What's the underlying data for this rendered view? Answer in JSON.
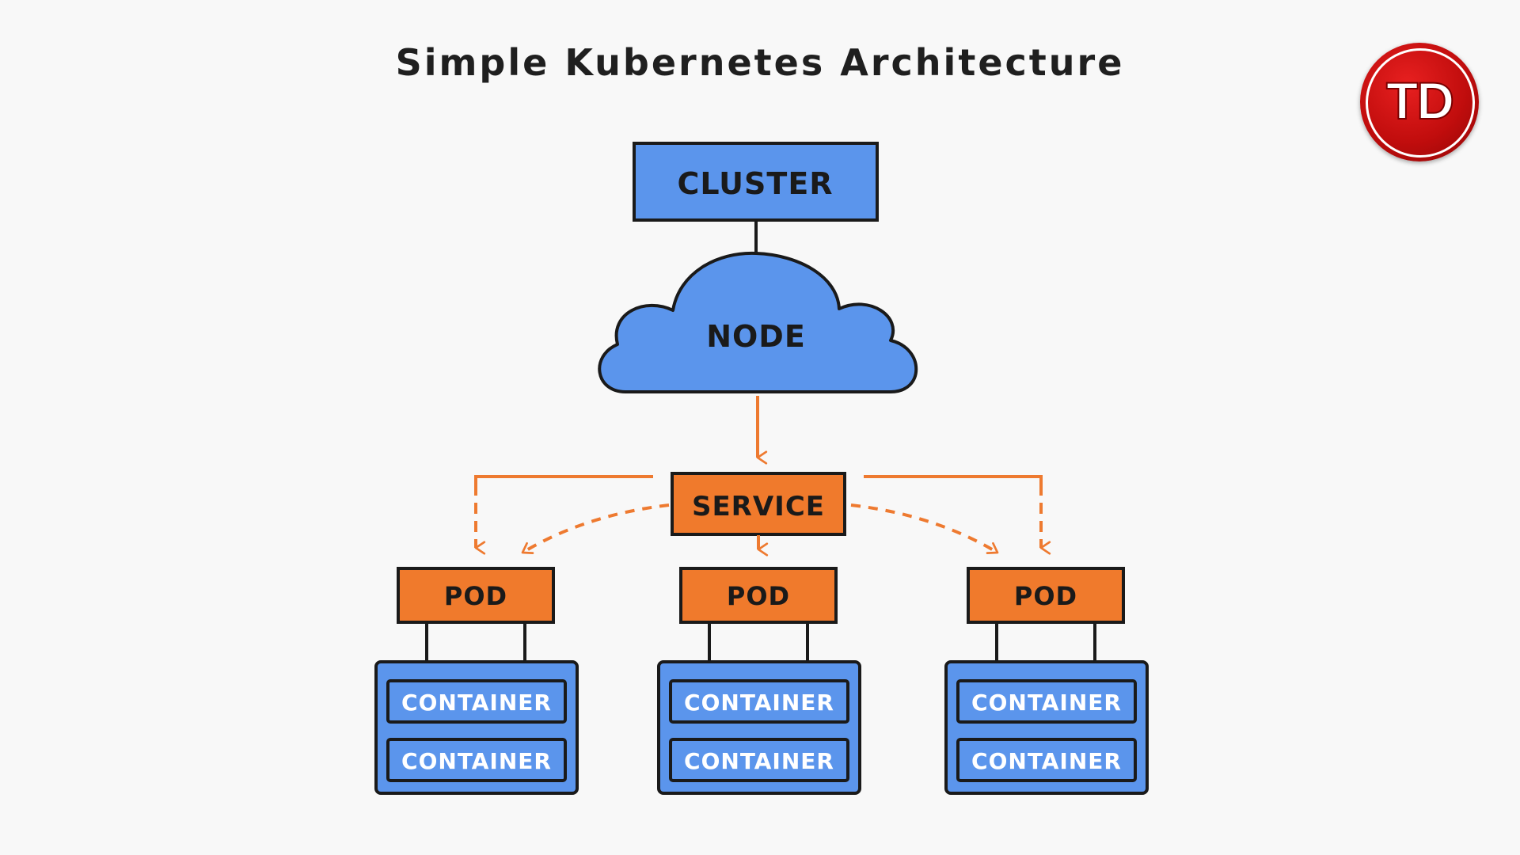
{
  "title": "Simple Kubernetes Architecture",
  "logo": {
    "text": "TD",
    "color": "#c10d0d"
  },
  "colors": {
    "blue": "#5b95ec",
    "orange": "#f07a2c",
    "outline": "#1a1a1a",
    "arrow": "#ee7a30"
  },
  "nodes": {
    "cluster": "CLUSTER",
    "node": "NODE",
    "service": "SERVICE",
    "pods": [
      {
        "label": "POD",
        "containers": [
          "CONTAINER",
          "CONTAINER"
        ]
      },
      {
        "label": "POD",
        "containers": [
          "CONTAINER",
          "CONTAINER"
        ]
      },
      {
        "label": "POD",
        "containers": [
          "CONTAINER",
          "CONTAINER"
        ]
      }
    ]
  },
  "edges": [
    {
      "from": "cluster",
      "to": "node",
      "style": "solid-line"
    },
    {
      "from": "node",
      "to": "service",
      "style": "solid-arrow"
    },
    {
      "from": "service",
      "to": "pod-1",
      "style": "dashed-arrow"
    },
    {
      "from": "service",
      "to": "pod-2",
      "style": "solid-arrow"
    },
    {
      "from": "service",
      "to": "pod-3",
      "style": "dashed-arrow"
    },
    {
      "from": "pod",
      "to": "containers",
      "style": "solid-line"
    }
  ]
}
